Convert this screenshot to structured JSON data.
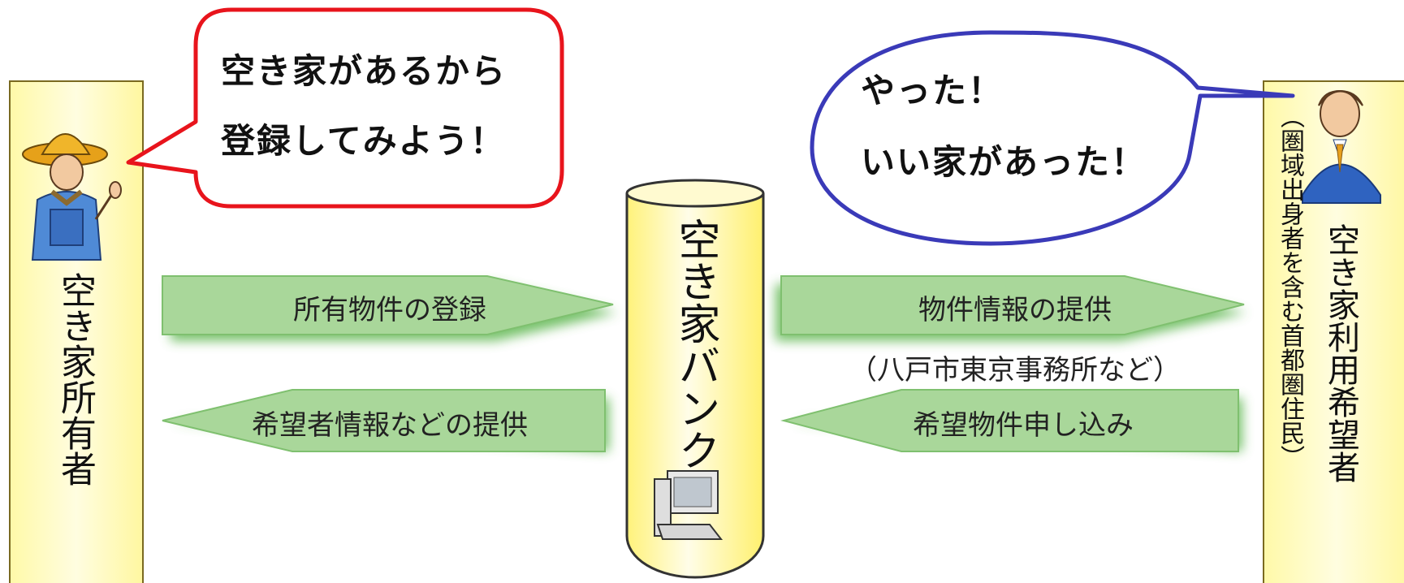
{
  "owner": {
    "label": "空き家所有者",
    "speech": [
      "空き家があるから",
      "登録してみよう！"
    ]
  },
  "bank": {
    "label": "空き家バンク"
  },
  "user": {
    "label": "空き家利用希望者",
    "sublabel": "（圏域出身者を含む首都圏住民）",
    "speech": [
      "やった！",
      "いい家があった！"
    ]
  },
  "flows": {
    "owner_to_bank": "所有物件の登録",
    "bank_to_owner": "希望者情報などの提供",
    "bank_to_user": "物件情報の提供",
    "bank_to_user_note": "（八戸市東京事務所など）",
    "user_to_bank": "希望物件申し込み"
  },
  "colors": {
    "panel_fill": "#fffbb8",
    "arrow_fill": "#a9d79a",
    "arrow_stroke": "#7fc06f",
    "owner_bubble_border": "#e8141c",
    "user_bubble_border": "#3a3ab8"
  }
}
